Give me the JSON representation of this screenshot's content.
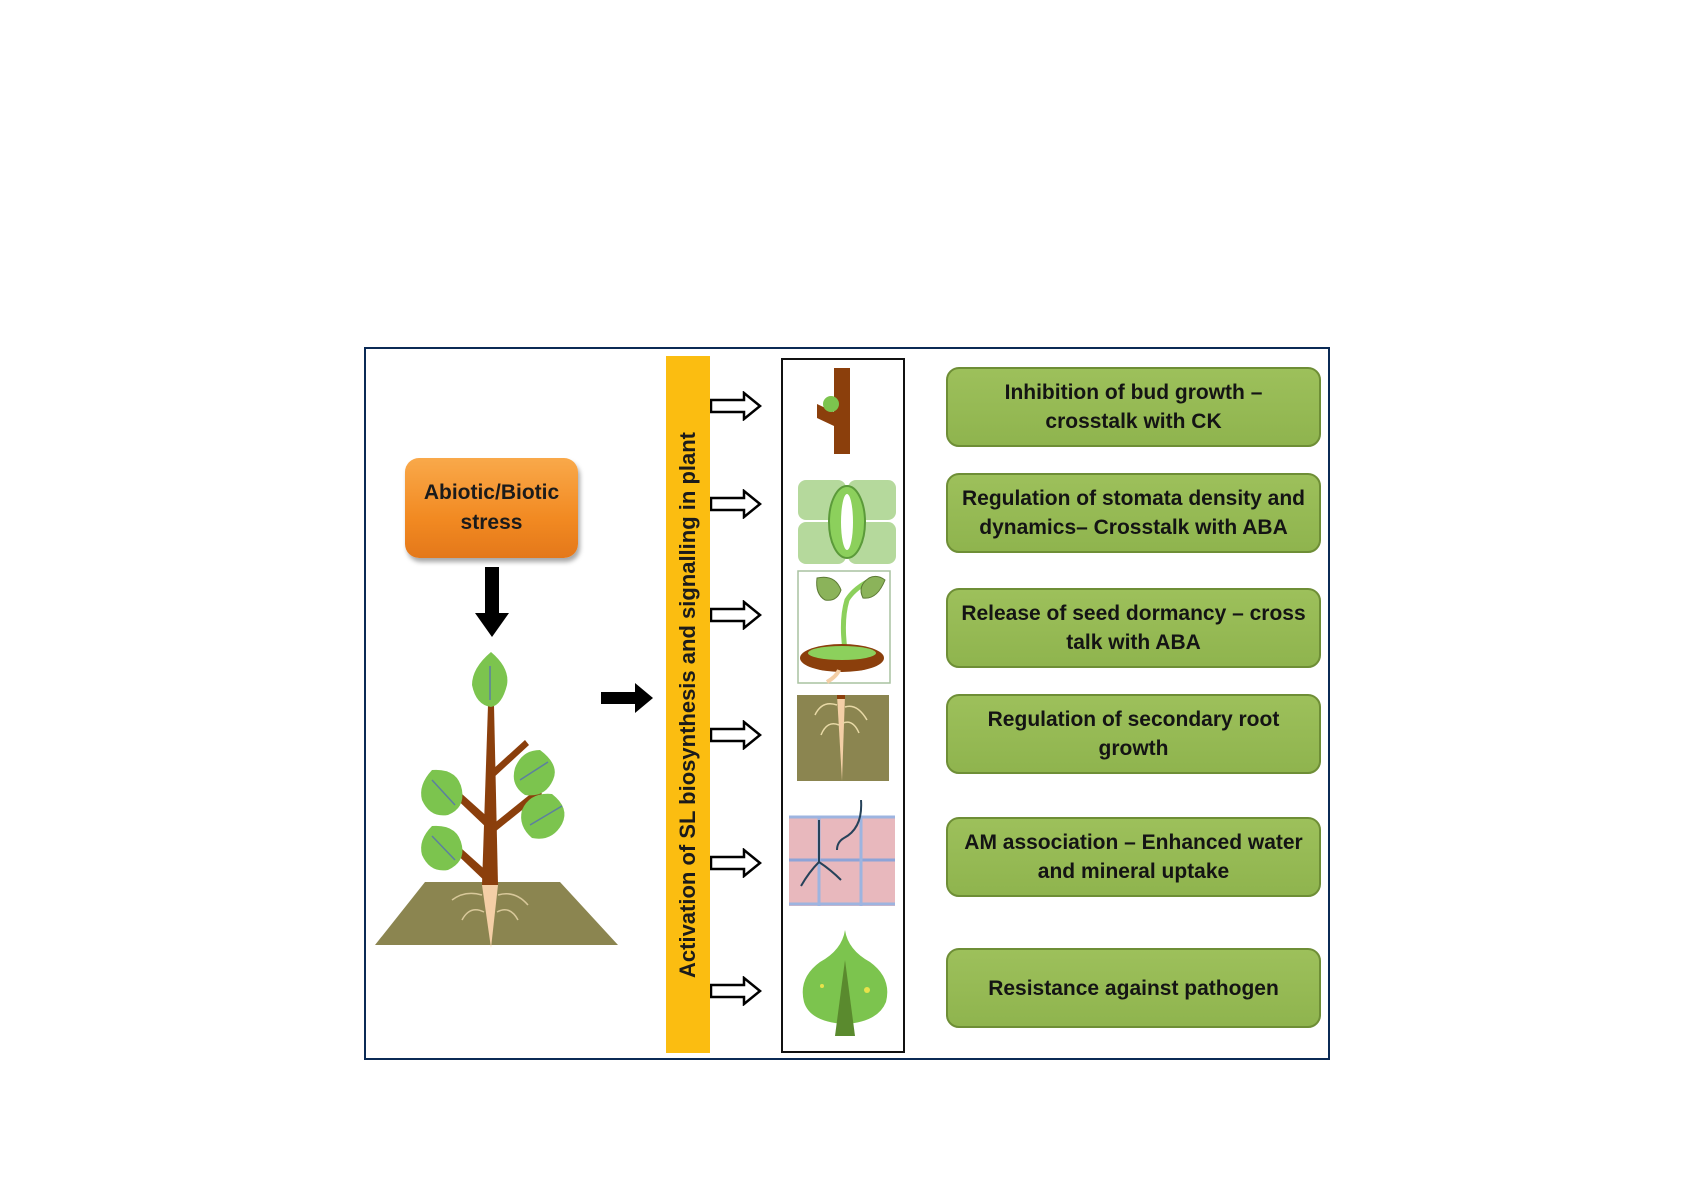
{
  "diagram": {
    "stress_box": {
      "label": "Abiotic/Biotic stress"
    },
    "central_bar": {
      "label": "Activation of SL biosynthesis and signalling in plant"
    },
    "icons": [
      {
        "name": "bud-on-stem-icon",
        "depicts": "axillary bud on stem"
      },
      {
        "name": "stomata-icon",
        "depicts": "stomata guard cells"
      },
      {
        "name": "seedling-icon",
        "depicts": "germinating seedling"
      },
      {
        "name": "root-in-soil-icon",
        "depicts": "primary root with lateral roots"
      },
      {
        "name": "am-fungi-icon",
        "depicts": "mycorrhizal hyphae in root cells"
      },
      {
        "name": "leaf-icon",
        "depicts": "leaf with pathogen spots"
      }
    ],
    "effects": [
      {
        "label": "Inhibition of bud growth – crosstalk with CK"
      },
      {
        "label": "Regulation of stomata density and dynamics– Crosstalk with ABA"
      },
      {
        "label": "Release of seed dormancy – cross talk with ABA"
      },
      {
        "label": "Regulation of secondary root growth"
      },
      {
        "label": "AM association – Enhanced water and  mineral uptake"
      },
      {
        "label": "Resistance against pathogen"
      }
    ],
    "colors": {
      "frame_border": "#0b2a55",
      "stress_box": "#f28a22",
      "central_bar": "#fbbd11",
      "effect_box": "#8fb44e",
      "leaf_green": "#7cc44e",
      "stem_brown": "#8b3f0c",
      "soil": "#8b8550"
    }
  }
}
